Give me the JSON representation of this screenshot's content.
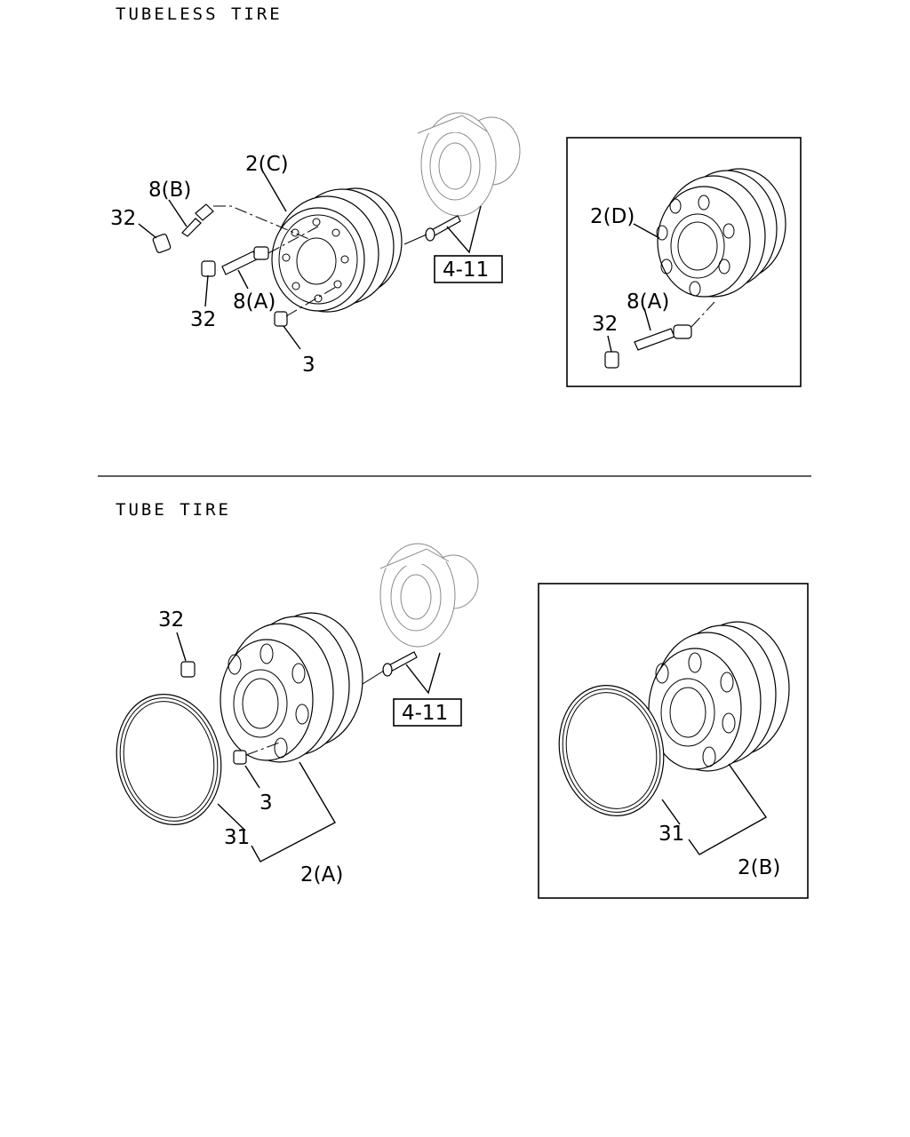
{
  "sections": {
    "tubeless_title": "TUBELESS TIRE",
    "tube_title": "TUBE TIRE"
  },
  "labels": {
    "tubeless": {
      "wheel": "2(C)",
      "valve_b": "8(B)",
      "cap_1": "32",
      "cap_2": "32",
      "valve_a": "8(A)",
      "nut": "3",
      "hub_ref": "4-11"
    },
    "tubeless_inset": {
      "wheel": "2(D)",
      "valve_a": "8(A)",
      "cap": "32"
    },
    "tube": {
      "cap": "32",
      "nut": "3",
      "ring": "31",
      "wheel": "2(A)",
      "hub_ref": "4-11"
    },
    "tube_inset": {
      "ring": "31",
      "wheel": "2(B)"
    }
  }
}
